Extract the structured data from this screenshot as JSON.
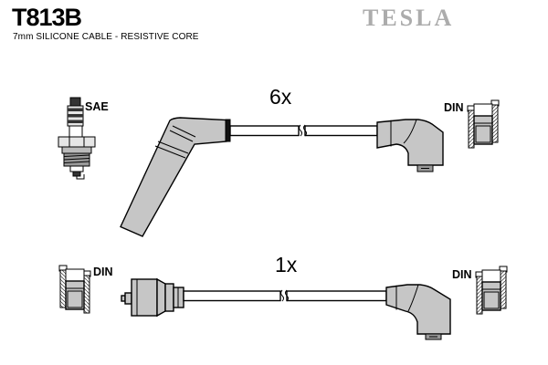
{
  "header": {
    "part_number": "T813B",
    "subtitle": "7mm SILICONE CABLE - RESISTIVE CORE",
    "brand": "TESLA"
  },
  "diagram": {
    "spark_plug_label": "SAE",
    "main_cables": {
      "quantity_label": "6x",
      "right_connector_label": "DIN"
    },
    "coil_cable": {
      "quantity_label": "1x",
      "left_connector_label": "DIN",
      "right_connector_label": "DIN"
    }
  },
  "colors": {
    "background": "#ffffff",
    "boot_gray": "#c6c6c6",
    "nub_gray": "#999999",
    "brand_gray": "#acacac",
    "outline": "#000000"
  }
}
